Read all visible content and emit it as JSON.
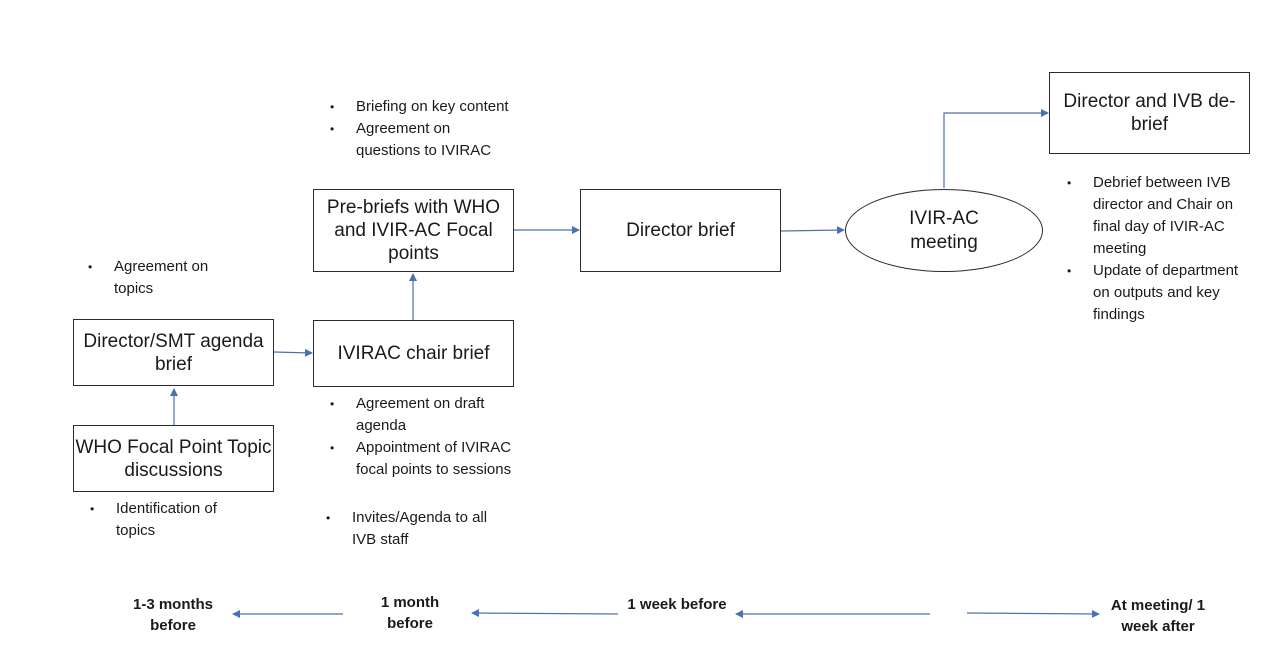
{
  "boxes": {
    "who_focal": "WHO Focal Point Topic discussions",
    "director_smt": "Director/SMT agenda brief",
    "ivirac_chair": "IVIRAC chair brief",
    "prebriefs": "Pre-briefs with WHO and IVIR-AC Focal points",
    "director_brief": "Director brief",
    "ivirac_meeting": "IVIR-AC meeting",
    "director_ivb": "Director and IVB de-brief"
  },
  "notes": {
    "identification": [
      "Identification of topics"
    ],
    "agreement_topics": [
      "Agreement on topics"
    ],
    "briefing": [
      "Briefing on key content",
      "Agreement on questions to IVIRAC"
    ],
    "chair": [
      "Agreement on draft agenda",
      "Appointment of IVIRAC focal points to sessions"
    ],
    "invites": [
      "Invites/Agenda to all IVB staff"
    ],
    "debrief": [
      "Debrief between IVB director and Chair on final day of IVIR-AC meeting",
      "Update of department on outputs and key findings"
    ]
  },
  "timeline": {
    "t1": "1-3 months before",
    "t2": "1 month before",
    "t3": "1 week before",
    "t4": "At meeting/ 1 week after"
  },
  "colors": {
    "arrow": "#4a72b0",
    "border": "#2b2b2b"
  }
}
